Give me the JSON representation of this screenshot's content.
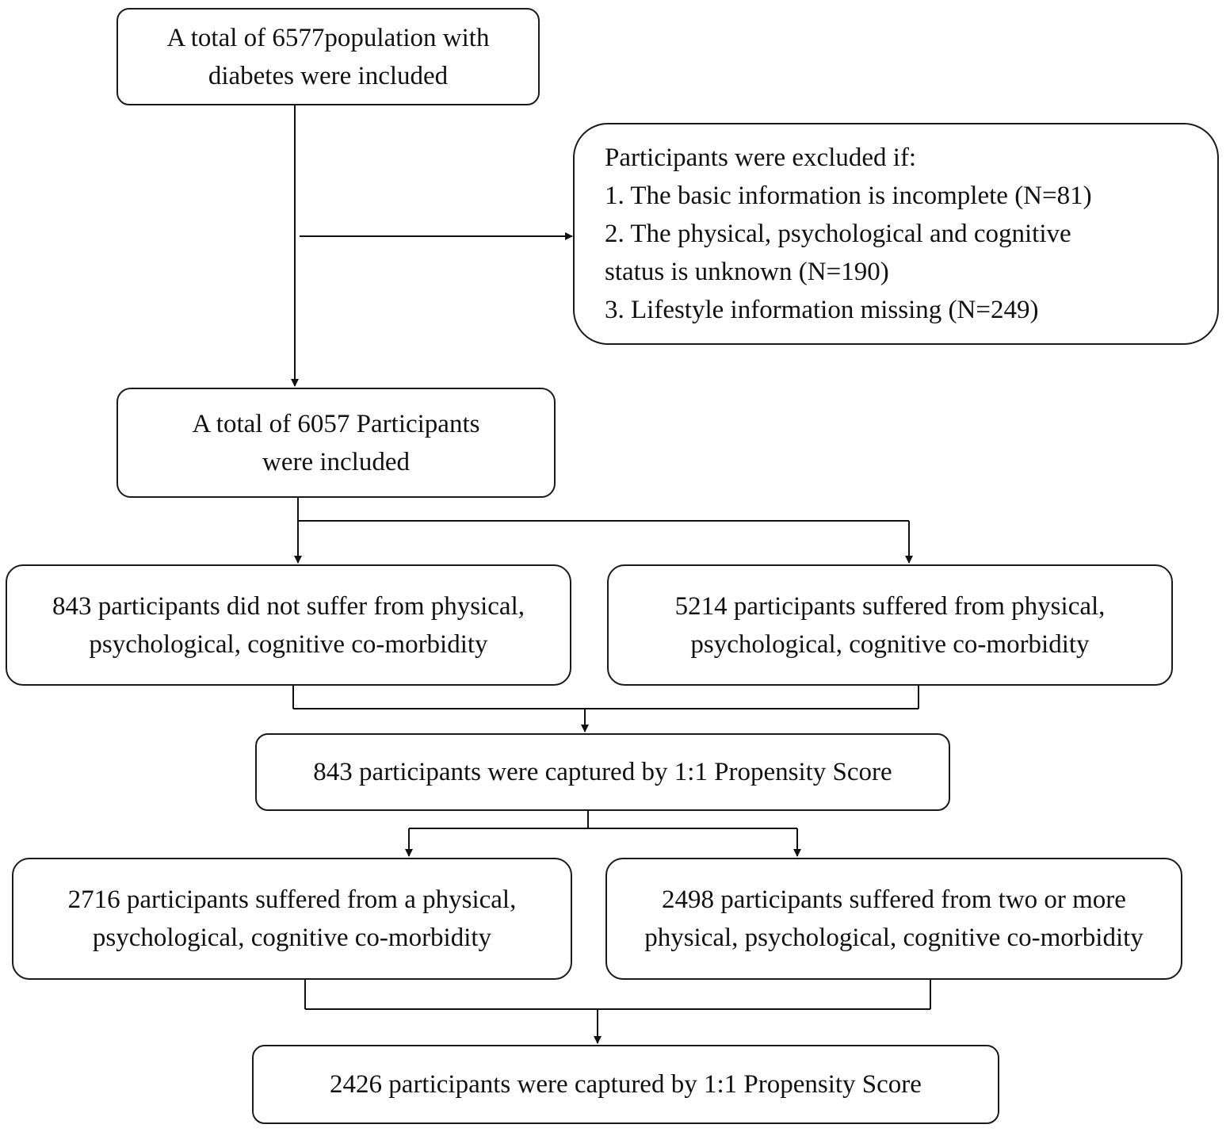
{
  "boxes": {
    "start": {
      "lines": [
        "A total of 6577population with",
        "diabetes were included"
      ]
    },
    "exclusion": {
      "lines": [
        "Participants were excluded if:",
        "1. The basic information is incomplete (N=81)",
        "2. The physical, psychological and cognitive",
        "status is unknown (N=190)",
        "3. Lifestyle information missing (N=249)"
      ]
    },
    "included": {
      "lines": [
        "A total of 6057 Participants",
        "were included"
      ]
    },
    "no_comorbidity": {
      "lines": [
        "843 participants did not suffer from physical,",
        "psychological, cognitive co-morbidity"
      ]
    },
    "comorbidity": {
      "lines": [
        "5214 participants suffered from physical,",
        "psychological, cognitive co-morbidity"
      ]
    },
    "matched_1": {
      "lines": [
        "843 participants were captured by 1:1 Propensity Score"
      ]
    },
    "single_comorbidity": {
      "lines": [
        "2716 participants suffered from a physical,",
        "psychological, cognitive co-morbidity"
      ]
    },
    "multi_comorbidity": {
      "lines": [
        "2498 participants suffered from two or more",
        "physical, psychological, cognitive co-morbidity"
      ]
    },
    "matched_2": {
      "lines": [
        "2426 participants were captured by 1:1 Propensity Score"
      ]
    }
  }
}
